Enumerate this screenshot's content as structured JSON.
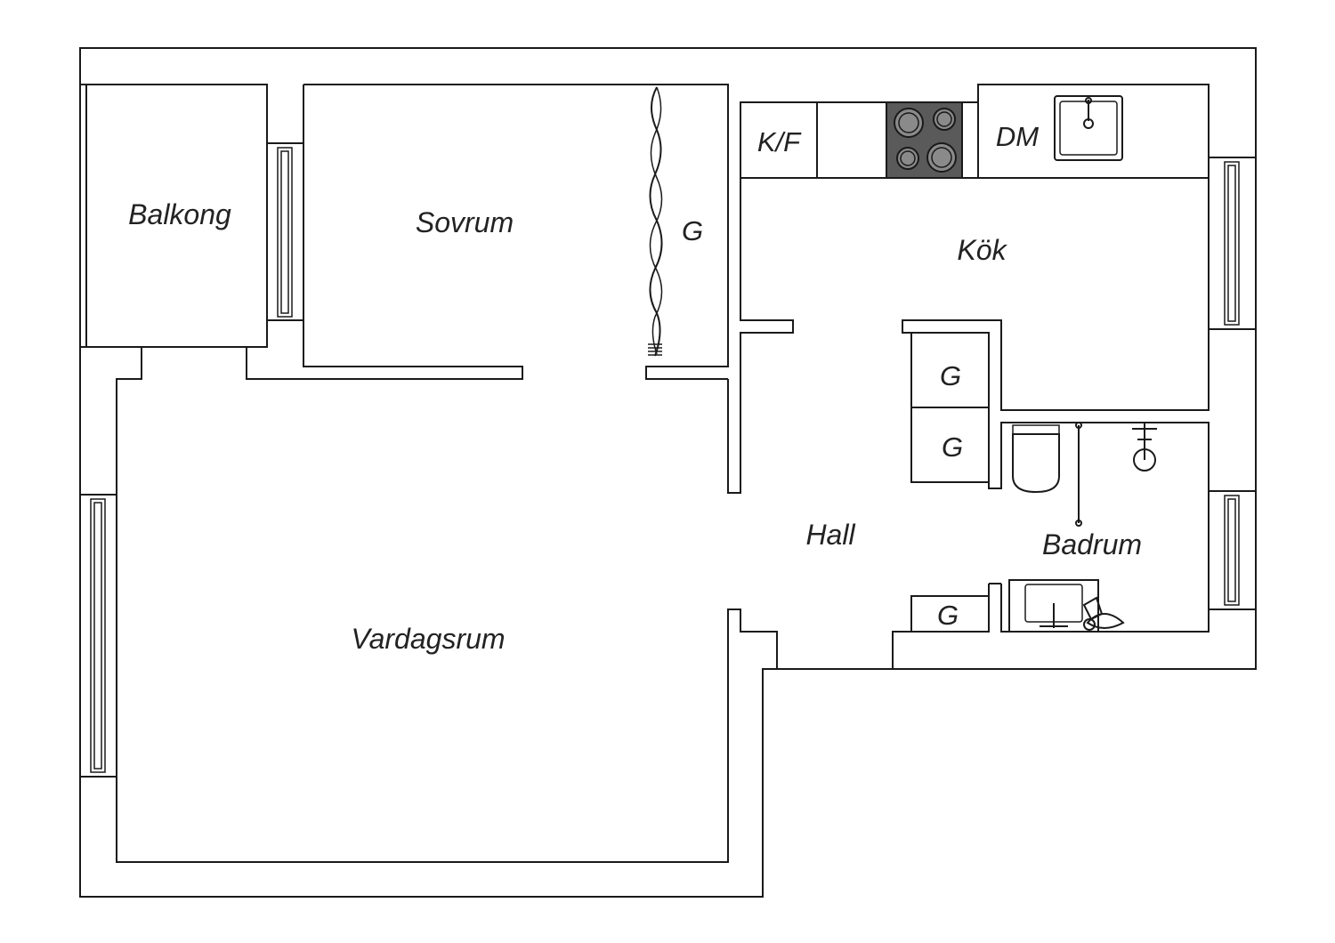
{
  "rooms": {
    "balkong": "Balkong",
    "sovrum": "Sovrum",
    "kok": "Kök",
    "hall": "Hall",
    "badrum": "Badrum",
    "vardagsrum": "Vardagsrum"
  },
  "fixtures": {
    "kyl_frys": "K/F",
    "diskmaskin": "DM",
    "garderob_sovrum": "G",
    "garderob_hall_1": "G",
    "garderob_hall_2": "G",
    "garderob_hall_3": "G"
  },
  "colors": {
    "line": "#1a1a1a",
    "stove": "#5a5a5a",
    "background": "#ffffff"
  }
}
